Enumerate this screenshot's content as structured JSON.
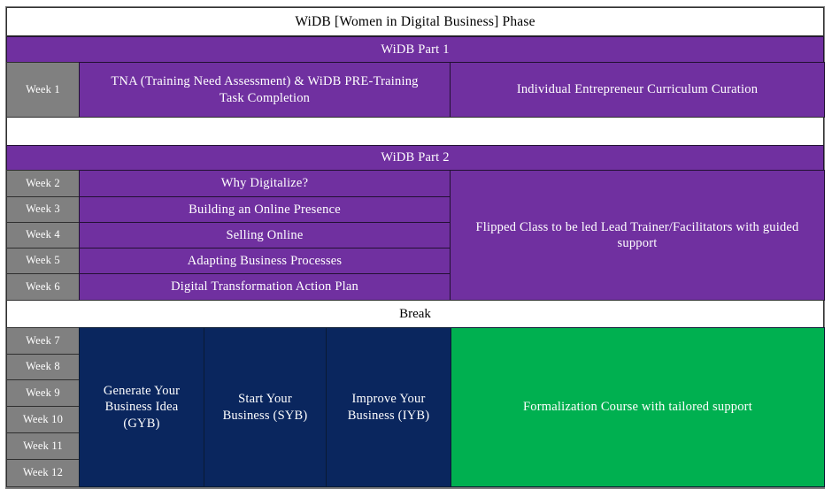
{
  "document": {
    "title": "WiDB [Women in Digital  Business]  Phase"
  },
  "palette": {
    "purple": "#7030A0",
    "gray": "#808080",
    "navy": "#0A265E",
    "green": "#00B050",
    "white": "#FFFFFF",
    "border": "#2F2F2F",
    "frame": "#7F7F7F"
  },
  "bands": {
    "part1": "WiDB Part 1",
    "part2": "WiDB Part 2",
    "break": "Break"
  },
  "part1": {
    "weeks": [
      "Week 1"
    ],
    "activity": "TNA (Training  Need Assessment)  & WiDB PRE-Training\nTask Completion",
    "support": "Individual  Entrepreneur  Curriculum  Curation"
  },
  "part2": {
    "rows": [
      {
        "week": "Week 2",
        "topic": "Why Digitalize?"
      },
      {
        "week": "Week 3",
        "topic": "Building  an Online  Presence"
      },
      {
        "week": "Week 4",
        "topic": "Selling  Online"
      },
      {
        "week": "Week 5",
        "topic": "Adapting  Business  Processes"
      },
      {
        "week": "Week 6",
        "topic": "Digital  Transformation  Action  Plan"
      }
    ],
    "support": "Flipped  Class to be led Lead Trainer/Facilitators  with  guided support"
  },
  "part3": {
    "weeks": [
      "Week 7",
      "Week 8",
      "Week 9",
      "Week 10",
      "Week 11",
      "Week 12"
    ],
    "courses": [
      "Generate  Your\nBusiness  Idea\n(GYB)",
      "Start Your\nBusiness  (SYB)",
      "Improve  Your\nBusiness  (IYB)"
    ],
    "support": "Formalization  Course with  tailored  support"
  }
}
